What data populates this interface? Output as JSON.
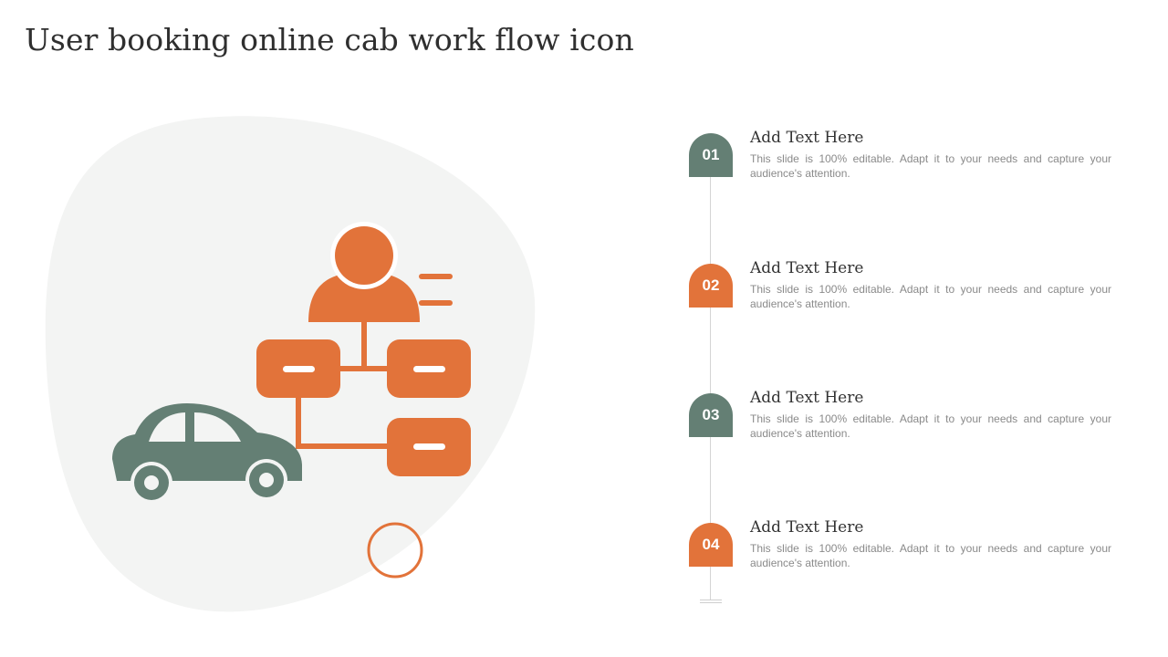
{
  "title": "User booking online cab work flow icon",
  "colors": {
    "orange": "#E2733A",
    "green": "#647F74",
    "blob": "#F3F4F3",
    "line": "#D4D4D4"
  },
  "icons": [
    "car-icon",
    "user-icon",
    "flowchart-icon",
    "ring-decoration"
  ],
  "steps": [
    {
      "number": "01",
      "title": "Add Text Here",
      "description": "This slide is 100% editable. Adapt it to your needs and capture your audience's attention.",
      "color": "#647F74"
    },
    {
      "number": "02",
      "title": "Add Text Here",
      "description": "This slide is 100% editable. Adapt it to your needs and capture your audience's attention.",
      "color": "#E2733A"
    },
    {
      "number": "03",
      "title": "Add Text Here",
      "description": "This slide is 100% editable. Adapt it to your needs and capture your audience's attention.",
      "color": "#647F74"
    },
    {
      "number": "04",
      "title": "Add Text Here",
      "description": "This slide is 100% editable. Adapt it to your needs and capture your audience's attention.",
      "color": "#E2733A"
    }
  ]
}
